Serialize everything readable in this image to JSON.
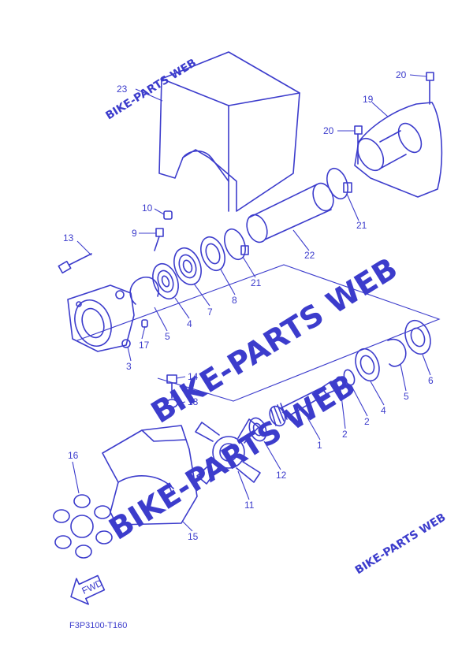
{
  "diagram": {
    "code": "F3P3100-T160",
    "fwd_label": "FWD",
    "watermarks": {
      "small_top": "BIKE-PARTS WEB",
      "large_mid": "BIKE-PARTS WEB",
      "large_bottom": "BIKE-PARTS WEB",
      "small_bottom": "BIKE-PARTS WEB"
    },
    "callouts": {
      "c1": "1",
      "c2a": "2",
      "c2b": "2",
      "c3": "3",
      "c4a": "4",
      "c4b": "4",
      "c5a": "5",
      "c5b": "5",
      "c6": "6",
      "c7": "7",
      "c8": "8",
      "c9": "9",
      "c10": "10",
      "c11": "11",
      "c12": "12",
      "c13": "13",
      "c14": "14",
      "c15": "15",
      "c16": "16",
      "c17": "17",
      "c18": "18",
      "c19": "19",
      "c20a": "20",
      "c20b": "20",
      "c21a": "21",
      "c21b": "21",
      "c22": "22",
      "c23": "23"
    }
  },
  "colors": {
    "line": "#3c3ccc",
    "background": "#ffffff"
  }
}
